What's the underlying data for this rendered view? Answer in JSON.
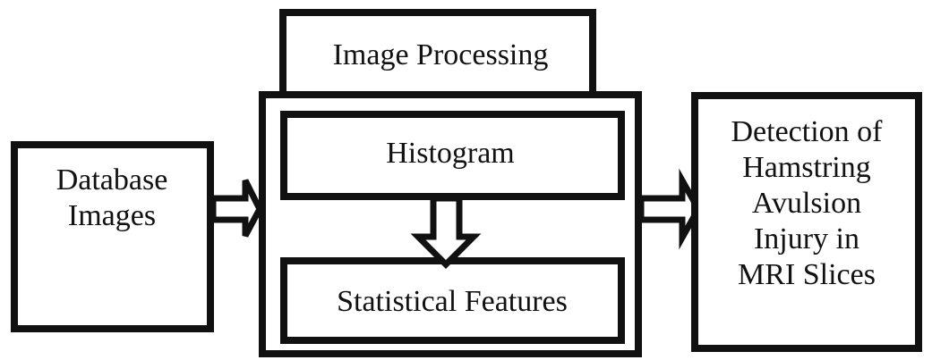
{
  "diagram": {
    "input": {
      "lines": [
        "Database",
        "Images"
      ]
    },
    "processing": {
      "title": "Image Processing",
      "steps": [
        "Histogram",
        "Statistical Features"
      ]
    },
    "output": {
      "lines": [
        "Detection of",
        "Hamstring",
        "Avulsion",
        "Injury in",
        "MRI Slices"
      ]
    }
  }
}
